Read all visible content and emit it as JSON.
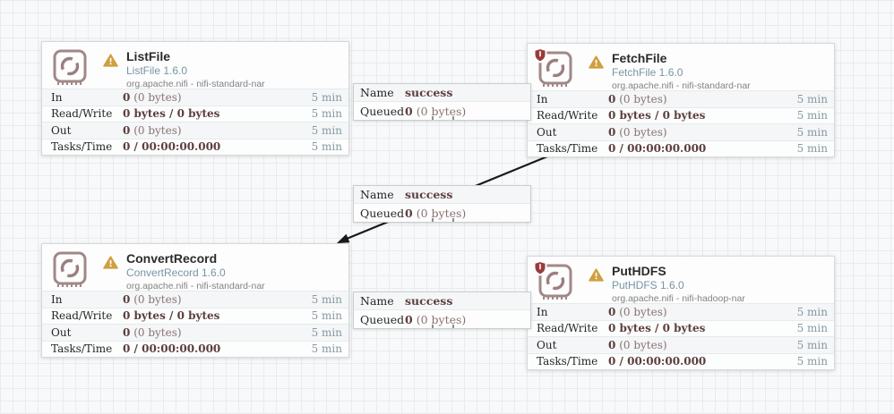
{
  "canvas": {
    "background": "#f8f9fa",
    "grid_color": "#e9ebee"
  },
  "colors": {
    "value_accent": "#5d3e3e",
    "value_secondary": "#8a7272",
    "period_text": "#8799a3",
    "type_text": "#7795a5",
    "warning_icon": "#cf9f41",
    "processor_icon": "#a18888",
    "restricted_shield": "#9a3b3b",
    "connection_line": "#1a1a1a"
  },
  "processors": [
    {
      "name": "ListFile",
      "version": "ListFile 1.6.0",
      "bundle": "org.apache.nifi - nifi-standard-nar",
      "restricted": false,
      "stats": [
        {
          "label": "In",
          "bold": "0",
          "rest": "(0 bytes)",
          "period": "5 min"
        },
        {
          "label": "Read/Write",
          "bold": "0 bytes / 0 bytes",
          "rest": "",
          "period": "5 min"
        },
        {
          "label": "Out",
          "bold": "0",
          "rest": "(0 bytes)",
          "period": "5 min"
        },
        {
          "label": "Tasks/Time",
          "bold": "0 / 00:00:00.000",
          "rest": "",
          "period": "5 min"
        }
      ]
    },
    {
      "name": "FetchFile",
      "version": "FetchFile 1.6.0",
      "bundle": "org.apache.nifi - nifi-standard-nar",
      "restricted": true,
      "stats": [
        {
          "label": "In",
          "bold": "0",
          "rest": "(0 bytes)",
          "period": "5 min"
        },
        {
          "label": "Read/Write",
          "bold": "0 bytes / 0 bytes",
          "rest": "",
          "period": "5 min"
        },
        {
          "label": "Out",
          "bold": "0",
          "rest": "(0 bytes)",
          "period": "5 min"
        },
        {
          "label": "Tasks/Time",
          "bold": "0 / 00:00:00.000",
          "rest": "",
          "period": "5 min"
        }
      ]
    },
    {
      "name": "ConvertRecord",
      "version": "ConvertRecord 1.6.0",
      "bundle": "org.apache.nifi - nifi-standard-nar",
      "restricted": false,
      "stats": [
        {
          "label": "In",
          "bold": "0",
          "rest": "(0 bytes)",
          "period": "5 min"
        },
        {
          "label": "Read/Write",
          "bold": "0 bytes / 0 bytes",
          "rest": "",
          "period": "5 min"
        },
        {
          "label": "Out",
          "bold": "0",
          "rest": "(0 bytes)",
          "period": "5 min"
        },
        {
          "label": "Tasks/Time",
          "bold": "0 / 00:00:00.000",
          "rest": "",
          "period": "5 min"
        }
      ]
    },
    {
      "name": "PutHDFS",
      "version": "PutHDFS 1.6.0",
      "bundle": "org.apache.nifi - nifi-hadoop-nar",
      "restricted": true,
      "stats": [
        {
          "label": "In",
          "bold": "0",
          "rest": "(0 bytes)",
          "period": "5 min"
        },
        {
          "label": "Read/Write",
          "bold": "0 bytes / 0 bytes",
          "rest": "",
          "period": "5 min"
        },
        {
          "label": "Out",
          "bold": "0",
          "rest": "(0 bytes)",
          "period": "5 min"
        },
        {
          "label": "Tasks/Time",
          "bold": "0 / 00:00:00.000",
          "rest": "",
          "period": "5 min"
        }
      ]
    }
  ],
  "connections": [
    {
      "name_label": "Name",
      "name_value": "success",
      "queued_label": "Queued",
      "queued_bold": "0",
      "queued_rest": "(0 bytes)"
    },
    {
      "name_label": "Name",
      "name_value": "success",
      "queued_label": "Queued",
      "queued_bold": "0",
      "queued_rest": "(0 bytes)"
    },
    {
      "name_label": "Name",
      "name_value": "success",
      "queued_label": "Queued",
      "queued_bold": "0",
      "queued_rest": "(0 bytes)"
    }
  ]
}
